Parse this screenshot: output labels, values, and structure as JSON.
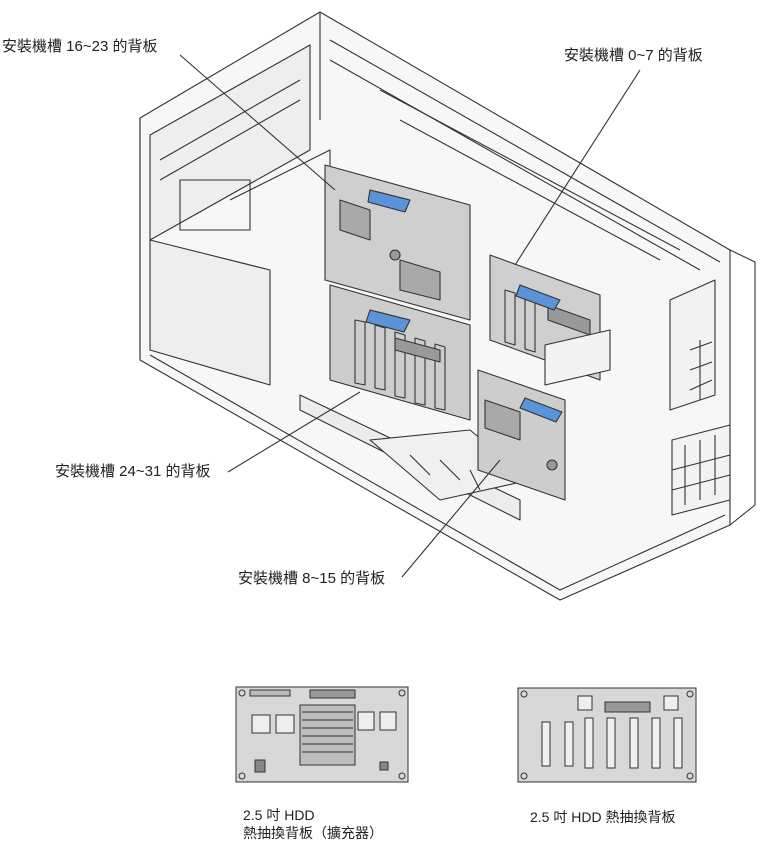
{
  "callouts": {
    "bp_16_23": "安裝機槽 16~23 的背板",
    "bp_0_7": "安裝機槽 0~7 的背板",
    "bp_24_31": "安裝機槽 24~31 的背板",
    "bp_8_15": "安裝機槽 8~15 的背板"
  },
  "captions": {
    "expander_line1": "2.5 吋 HDD",
    "expander_line2": "熱抽換背板（擴充器）",
    "hotswap": "2.5 吋 HDD 熱抽換背板"
  },
  "colors": {
    "accent": "#5b93d8",
    "board": "#c9c9c9",
    "line": "#333333"
  }
}
